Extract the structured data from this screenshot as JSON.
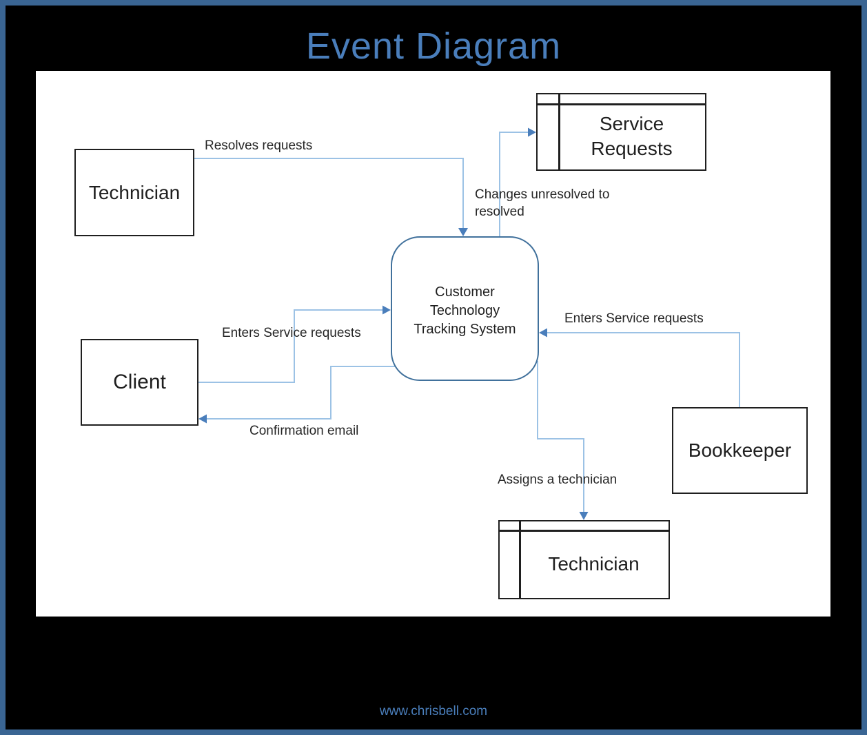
{
  "page": {
    "title": "Event Diagram",
    "footer": "www.chrisbell.com",
    "colors": {
      "background": "#000000",
      "frame_border": "#3a6593",
      "canvas_background": "#ffffff",
      "title_text": "#4a7ebb",
      "footer_text": "#4a7ebb",
      "node_border": "#1f1f1f",
      "node_text": "#1f1f1f",
      "process_border": "#41719c",
      "connector_line": "#9cc2e5",
      "arrowhead": "#4a7ebb",
      "edge_label_text": "#262626"
    }
  },
  "nodes": {
    "technician_top": {
      "label": "Technician"
    },
    "service_requests": {
      "label_line1": "Service",
      "label_line2": "Requests"
    },
    "client": {
      "label": "Client"
    },
    "process": {
      "label_line1": "Customer",
      "label_line2": "Technology",
      "label_line3": "Tracking System"
    },
    "bookkeeper": {
      "label": "Bookkeeper"
    },
    "technician_bottom": {
      "label": "Technician"
    }
  },
  "edges": {
    "resolves": {
      "label": "Resolves requests"
    },
    "changes": {
      "label_line1": "Changes unresolved to",
      "label_line2": "resolved"
    },
    "client_enters": {
      "label": "Enters Service requests"
    },
    "bookkeeper_enters": {
      "label": "Enters Service requests"
    },
    "confirmation": {
      "label": "Confirmation email"
    },
    "assigns": {
      "label": "Assigns a technician"
    }
  }
}
